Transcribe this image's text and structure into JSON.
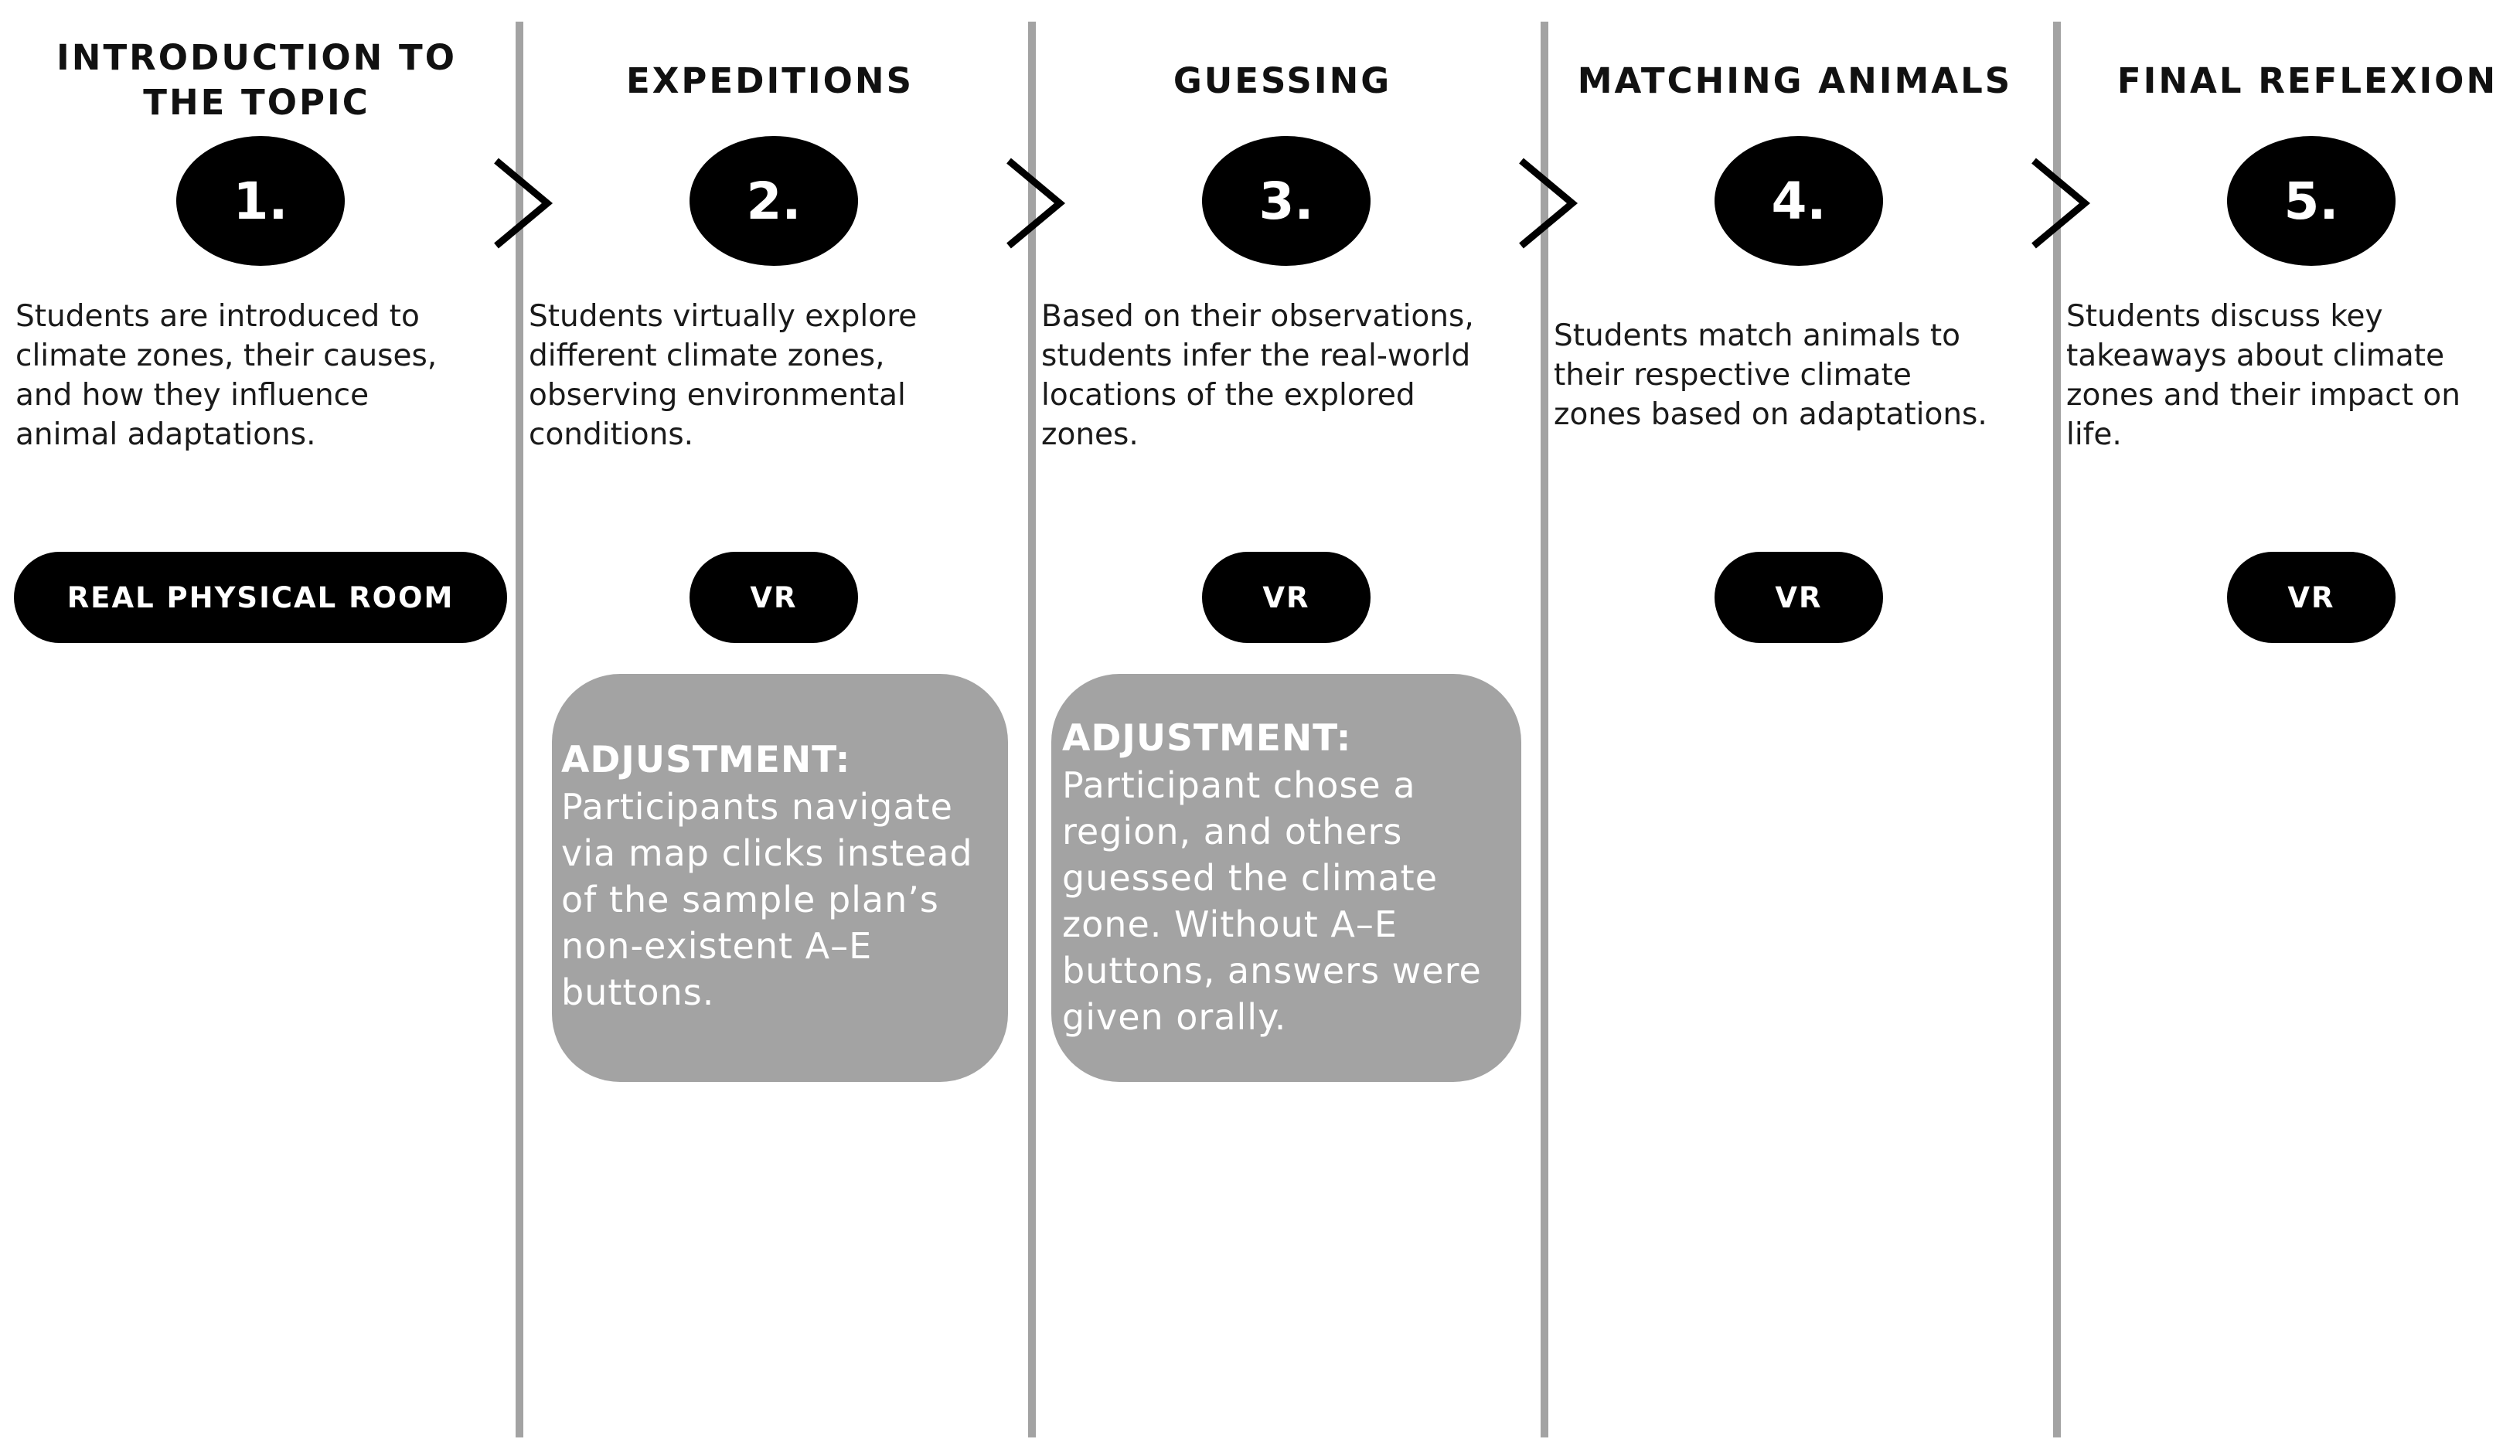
{
  "steps": [
    {
      "number": "1.",
      "title": "INTRODUCTION TO\nTHE TOPIC",
      "description": "Students are introduced to\nclimate zones, their causes,\nand how they influence\nanimal adaptations.",
      "setting": "REAL PHYSICAL ROOM"
    },
    {
      "number": "2.",
      "title": "EXPEDITIONS",
      "description": "Students virtually explore\ndifferent climate zones,\nobserving environmental\nconditions.",
      "setting": "VR",
      "adjustment": {
        "label": "ADJUSTMENT:",
        "text": "Participants navigate\nvia map clicks instead\nof the sample plan’s\nnon-existent A–E\nbuttons."
      }
    },
    {
      "number": "3.",
      "title": "GUESSING",
      "description": "Based on their observations,\nstudents infer the real-world\nlocations of the explored\nzones.",
      "setting": "VR",
      "adjustment": {
        "label": "ADJUSTMENT:",
        "text": "Participant chose a\nregion, and others\nguessed the climate\nzone. Without A–E\nbuttons, answers were\ngiven orally."
      }
    },
    {
      "number": "4.",
      "title": "MATCHING ANIMALS",
      "description": "Students match animals to\ntheir respective climate\nzones based on adaptations.",
      "setting": "VR"
    },
    {
      "number": "5.",
      "title": "FINAL REFLEXION",
      "description": "Students discuss key\ntakeaways about climate\nzones and their impact on\nlife.",
      "setting": "VR"
    }
  ],
  "colors": {
    "divider": "#a3a3a3",
    "circle": "#000000",
    "pill": "#000000",
    "adjustment_box": "#a3a3a3",
    "text": "#111111"
  },
  "icons": {
    "step_arrow": "chevron-right-icon"
  }
}
